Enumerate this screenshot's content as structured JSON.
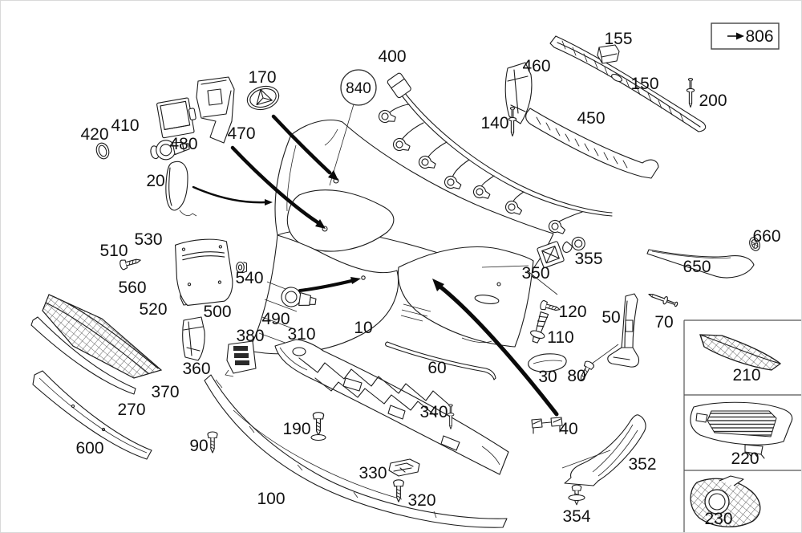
{
  "diagram_type": "exploded-parts-diagram",
  "reference": {
    "box_label": "806"
  },
  "balloon": {
    "label": "840"
  },
  "colors": {
    "line": "#1c1c1c",
    "background": "#ffffff",
    "arrow": "#0a0a0a"
  },
  "parts": {
    "p10": "10",
    "p20": "20",
    "p30": "30",
    "p40": "40",
    "p50": "50",
    "p60": "60",
    "p70": "70",
    "p80": "80",
    "p90": "90",
    "p100": "100",
    "p110": "110",
    "p120": "120",
    "p140": "140",
    "p150": "150",
    "p155": "155",
    "p170": "170",
    "p190": "190",
    "p200": "200",
    "p210": "210",
    "p220": "220",
    "p230": "230",
    "p270": "270",
    "p310": "310",
    "p320": "320",
    "p330": "330",
    "p340": "340",
    "p350": "350",
    "p352": "352",
    "p354": "354",
    "p355": "355",
    "p360": "360",
    "p370": "370",
    "p380": "380",
    "p400": "400",
    "p410": "410",
    "p420": "420",
    "p450": "450",
    "p460": "460",
    "p470": "470",
    "p480": "480",
    "p490": "490",
    "p500": "500",
    "p510": "510",
    "p520": "520",
    "p530": "530",
    "p540": "540",
    "p560": "560",
    "p600": "600",
    "p650": "650",
    "p660": "660"
  }
}
